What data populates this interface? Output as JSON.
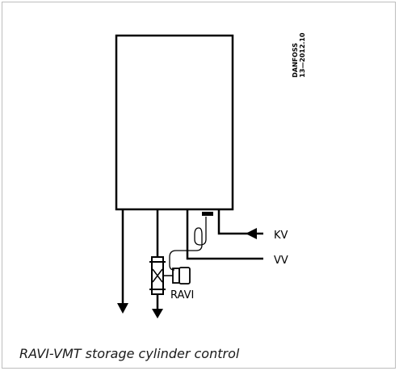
{
  "diagram": {
    "stamp_line1": "DANFOSS",
    "stamp_line2": "13—2012.10",
    "labels": {
      "kv": "KV",
      "vv": "VV",
      "ravi": "RAVI"
    }
  },
  "caption": "RAVI-VMT storage cylinder control",
  "colors": {
    "line": "#000000",
    "frame": "#bdbdbd",
    "background": "#ffffff"
  }
}
